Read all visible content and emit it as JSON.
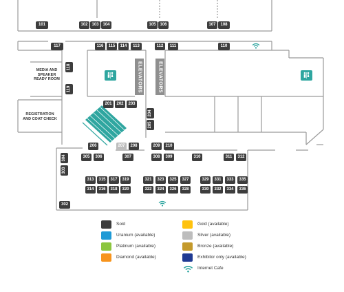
{
  "booths": {
    "b101": "101",
    "b102": "102",
    "b103": "103",
    "b104": "104",
    "b105": "105",
    "b106": "106",
    "b107": "107",
    "b108": "108",
    "b117": "117",
    "b116": "116",
    "b115": "115",
    "b114": "114",
    "b113": "113",
    "b112": "112",
    "b111": "111",
    "b110": "110",
    "b118": "118",
    "b119": "119",
    "b201": "201",
    "b202": "202",
    "b203": "203",
    "b204": "204",
    "b205": "205",
    "b206": "206",
    "b207": "207",
    "b208": "208",
    "b209": "209",
    "b210": "210",
    "b304": "304",
    "b305": "305",
    "b306": "306",
    "b307": "307",
    "b308": "308",
    "b309": "309",
    "b310": "310",
    "b311": "311",
    "b312": "312",
    "b303": "303",
    "b313": "313",
    "b315": "315",
    "b317": "317",
    "b319": "319",
    "b321": "321",
    "b323": "323",
    "b325": "325",
    "b327": "327",
    "b329": "329",
    "b331": "331",
    "b333": "333",
    "b335": "335",
    "b314": "314",
    "b316": "316",
    "b318": "318",
    "b320": "320",
    "b322": "322",
    "b324": "324",
    "b326": "326",
    "b328": "328",
    "b330": "330",
    "b332": "332",
    "b334": "334",
    "b336": "336",
    "b302": "302"
  },
  "labels": {
    "media_room": "MEDIA AND\nSPEAKER\nREADY ROOM",
    "registration": "REGISTRATION\nAND COAT CHECK",
    "elevators_left": "ELEVATORS",
    "elevators_right": "ELEVATORS"
  },
  "icons": {
    "restroom": "restroom-icon",
    "wifi": "wifi-icon"
  },
  "legend": {
    "sold": "Sold",
    "uranium": "Uranium (available)",
    "platinum": "Platinum (available)",
    "diamond": "Diamond (available)",
    "gold": "Gold (available)",
    "silver": "Silver (available)",
    "bronze": "Bronze (available)",
    "exhibitor": "Exhibitor only (available)",
    "internet": "Internet Cafe"
  },
  "colors": {
    "sold": "#3d3d3d",
    "uranium": "#1f9ad6",
    "platinum": "#8cc63f",
    "diamond": "#f7941d",
    "gold": "#ffc20e",
    "silver": "#bdbdbd",
    "bronze": "#c49a2c",
    "exhibitor": "#1f3a93",
    "teal": "#2fa6a0"
  }
}
